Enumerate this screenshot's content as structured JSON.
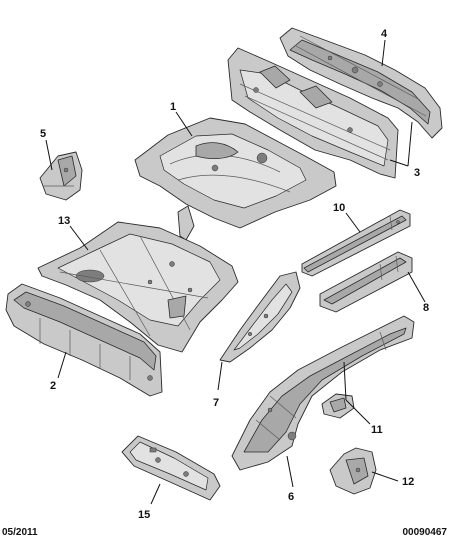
{
  "callouts": {
    "c1": "1",
    "c2": "2",
    "c3": "3",
    "c4": "4",
    "c5": "5",
    "c6": "6",
    "c7": "7",
    "c8": "8",
    "c10": "10",
    "c11": "11",
    "c12": "12",
    "c13": "13",
    "c15": "15"
  },
  "footer": {
    "date": "05/2011",
    "reference": "00090467"
  }
}
